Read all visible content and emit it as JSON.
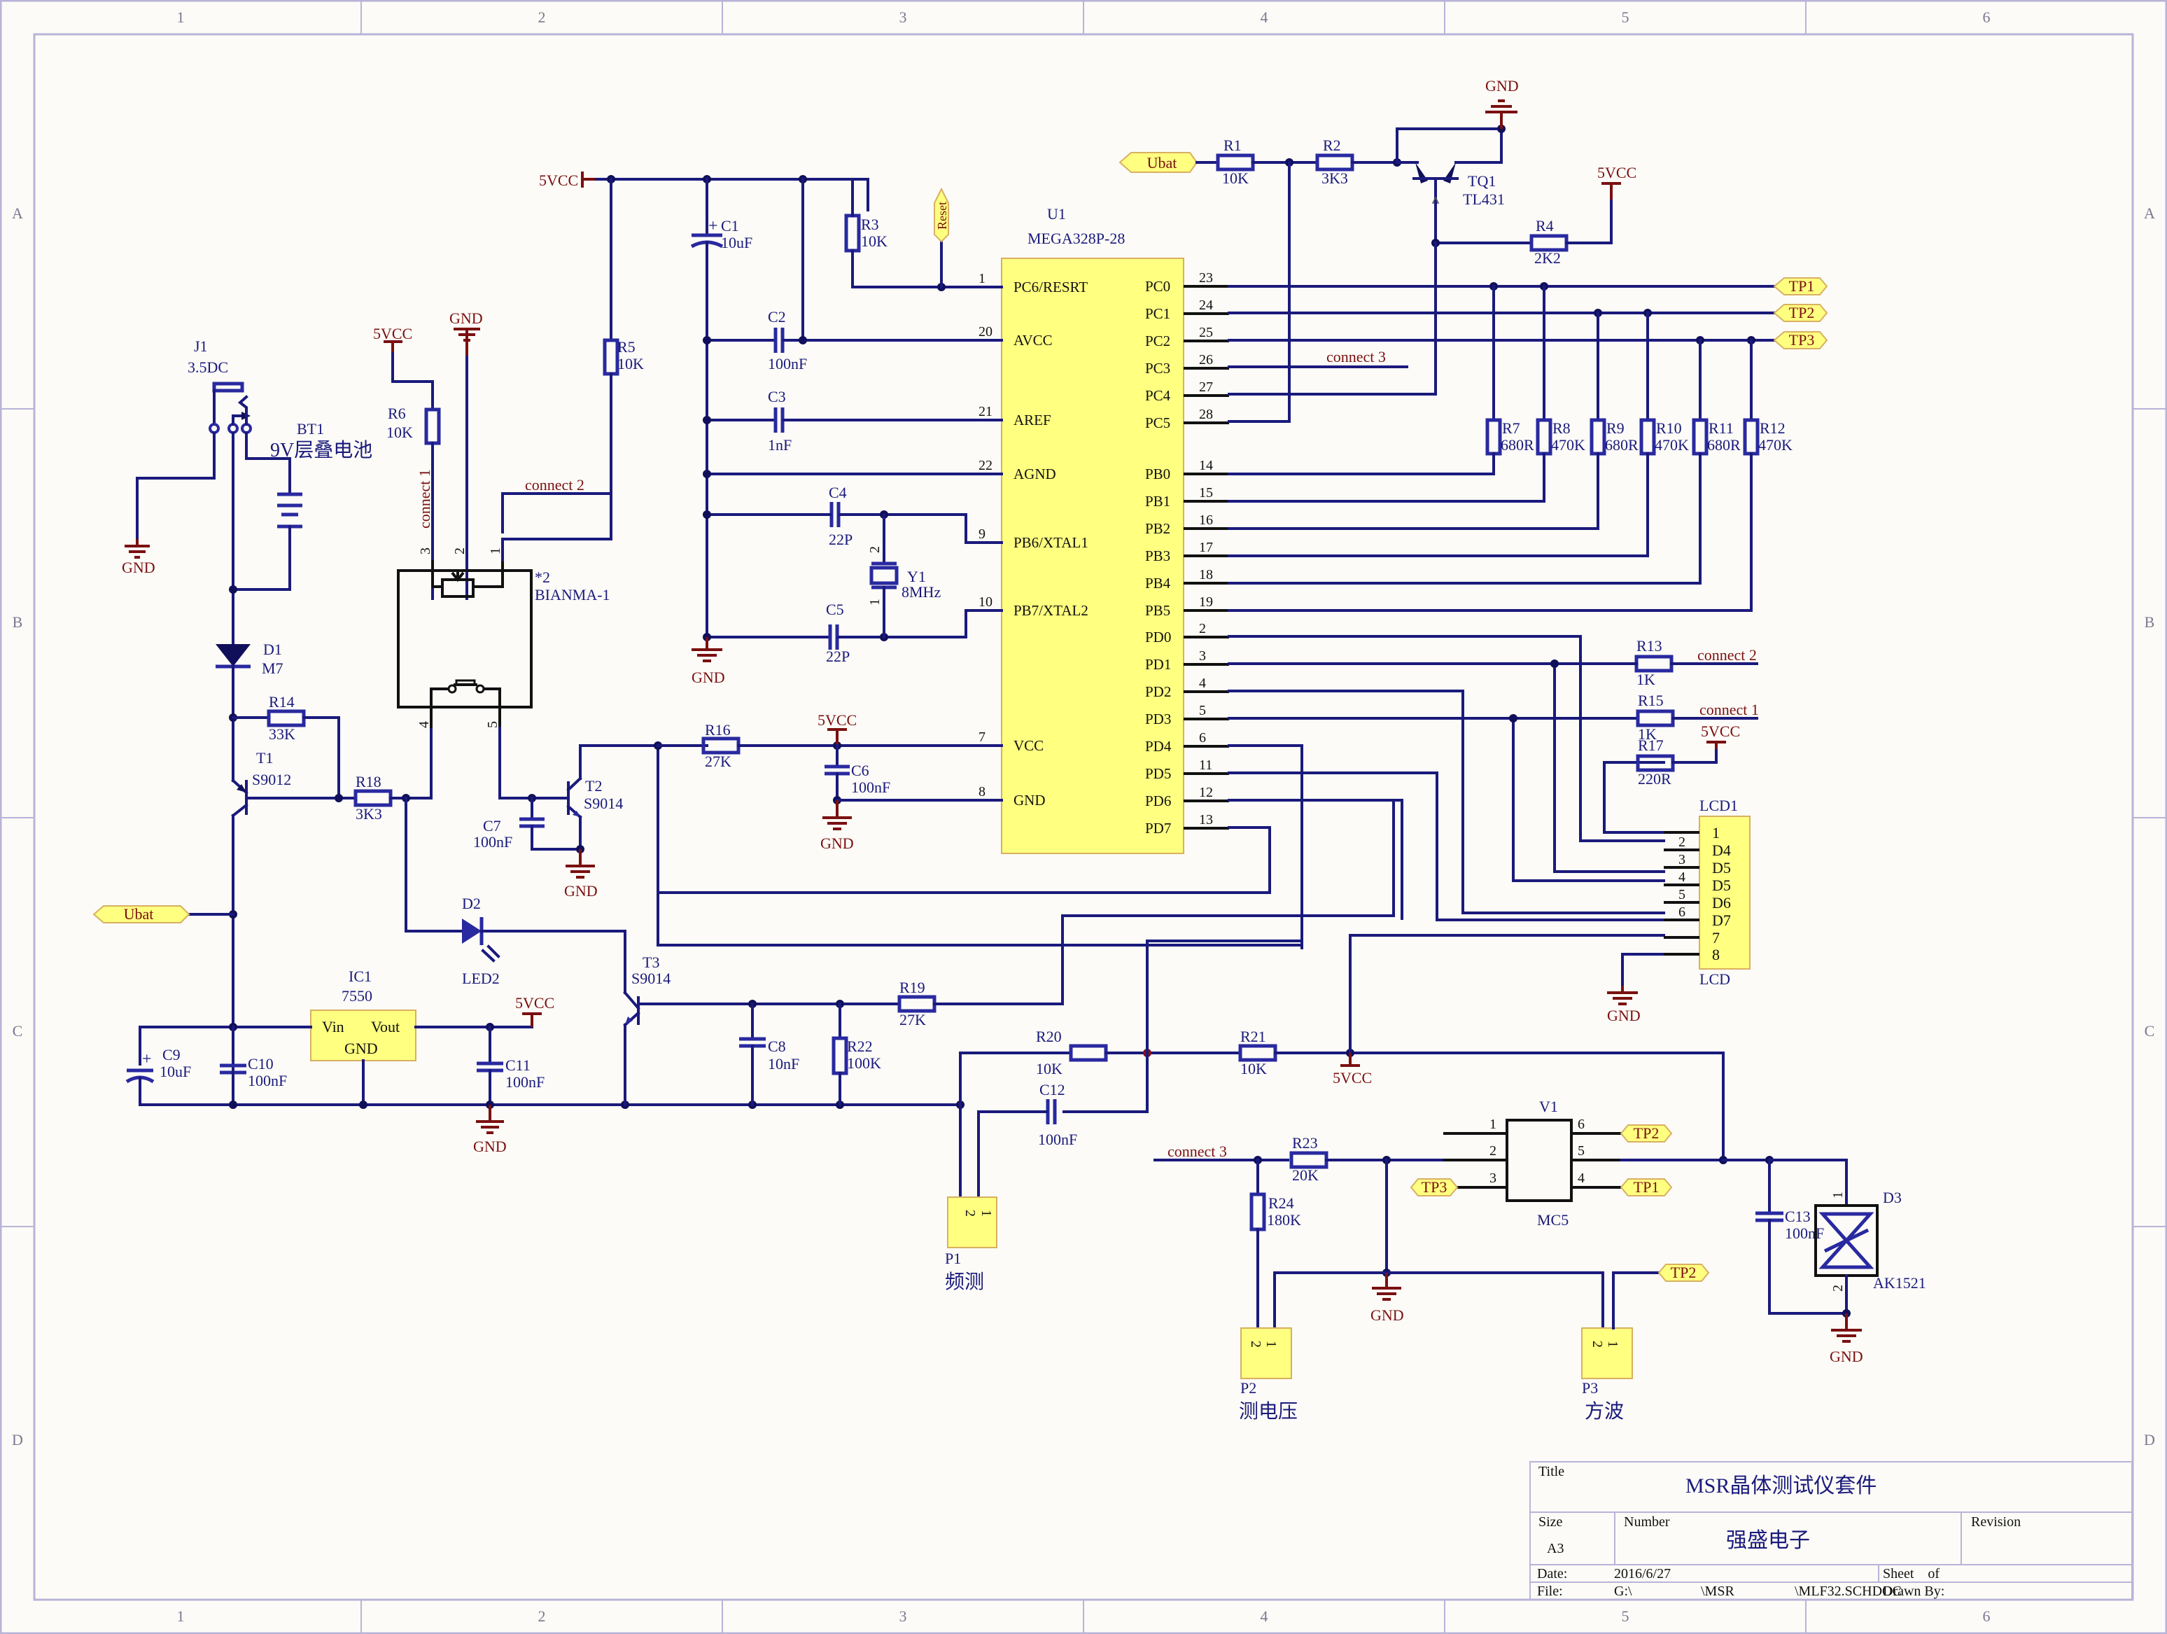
{
  "sheet": {
    "zones_x": [
      "1",
      "2",
      "3",
      "4",
      "5",
      "6"
    ],
    "zones_y": [
      "A",
      "B",
      "C",
      "D"
    ]
  },
  "title_block": {
    "title_label": "Title",
    "title": "MSR晶体测试仪套件",
    "size_label": "Size",
    "size": "A3",
    "number_label": "Number",
    "number": "强盛电子",
    "revision_label": "Revision",
    "date_label": "Date:",
    "date": "2016/6/27",
    "sheet_label": "Sheet    of",
    "file_label": "File:",
    "file_path": [
      "G:\\",
      "\\MSR",
      "\\MLF32.SCHDOC"
    ],
    "drawn_by_label": "Drawn By:"
  },
  "power": {
    "vcc": "5VCC",
    "gnd": "GND"
  },
  "nets": {
    "connect1": "connect 1",
    "connect2": "connect 2",
    "connect3": "connect 3",
    "ubat": "Ubat",
    "reset": "Reset",
    "tp1": "TP1",
    "tp2": "TP2",
    "tp3": "TP3"
  },
  "mcu": {
    "ref": "U1",
    "part": "MEGA328P-28",
    "left_pins": [
      {
        "num": "1",
        "name": "PC6/RESRT"
      },
      {
        "num": "20",
        "name": "AVCC"
      },
      {
        "num": "21",
        "name": "AREF"
      },
      {
        "num": "22",
        "name": "AGND"
      },
      {
        "num": "9",
        "name": "PB6/XTAL1"
      },
      {
        "num": "10",
        "name": "PB7/XTAL2"
      },
      {
        "num": "7",
        "name": "VCC"
      },
      {
        "num": "8",
        "name": "GND"
      }
    ],
    "right_pins": [
      {
        "num": "23",
        "name": "PC0"
      },
      {
        "num": "24",
        "name": "PC1"
      },
      {
        "num": "25",
        "name": "PC2"
      },
      {
        "num": "26",
        "name": "PC3"
      },
      {
        "num": "27",
        "name": "PC4"
      },
      {
        "num": "28",
        "name": "PC5"
      },
      {
        "num": "14",
        "name": "PB0"
      },
      {
        "num": "15",
        "name": "PB1"
      },
      {
        "num": "16",
        "name": "PB2"
      },
      {
        "num": "17",
        "name": "PB3"
      },
      {
        "num": "18",
        "name": "PB4"
      },
      {
        "num": "19",
        "name": "PB5"
      },
      {
        "num": "2",
        "name": "PD0"
      },
      {
        "num": "3",
        "name": "PD1"
      },
      {
        "num": "4",
        "name": "PD2"
      },
      {
        "num": "5",
        "name": "PD3"
      },
      {
        "num": "6",
        "name": "PD4"
      },
      {
        "num": "11",
        "name": "PD5"
      },
      {
        "num": "12",
        "name": "PD6"
      },
      {
        "num": "13",
        "name": "PD7"
      }
    ]
  },
  "resistors": {
    "R1": {
      "ref": "R1",
      "val": "10K"
    },
    "R2": {
      "ref": "R2",
      "val": "3K3"
    },
    "R3": {
      "ref": "R3",
      "val": "10K"
    },
    "R4": {
      "ref": "R4",
      "val": "2K2"
    },
    "R5": {
      "ref": "R5",
      "val": "10K"
    },
    "R6": {
      "ref": "R6",
      "val": "10K"
    },
    "R7": {
      "ref": "R7",
      "val": "680R"
    },
    "R8": {
      "ref": "R8",
      "val": "470K"
    },
    "R9": {
      "ref": "R9",
      "val": "680R"
    },
    "R10": {
      "ref": "R10",
      "val": "470K"
    },
    "R11": {
      "ref": "R11",
      "val": "680R"
    },
    "R12": {
      "ref": "R12",
      "val": "470K"
    },
    "R13": {
      "ref": "R13",
      "val": "1K"
    },
    "R14": {
      "ref": "R14",
      "val": "33K"
    },
    "R15": {
      "ref": "R15",
      "val": "1K"
    },
    "R16": {
      "ref": "R16",
      "val": "27K"
    },
    "R17": {
      "ref": "R17",
      "val": "220R"
    },
    "R18": {
      "ref": "R18",
      "val": "3K3"
    },
    "R19": {
      "ref": "R19",
      "val": "27K"
    },
    "R20": {
      "ref": "R20",
      "val": "10K"
    },
    "R21": {
      "ref": "R21",
      "val": "10K"
    },
    "R22": {
      "ref": "R22",
      "val": "100K"
    },
    "R23": {
      "ref": "R23",
      "val": "20K"
    },
    "R24": {
      "ref": "R24",
      "val": "180K"
    }
  },
  "capacitors": {
    "C1": {
      "ref": "C1",
      "val": "10uF"
    },
    "C2": {
      "ref": "C2",
      "val": "100nF"
    },
    "C3": {
      "ref": "C3",
      "val": "1nF"
    },
    "C4": {
      "ref": "C4",
      "val": "22P"
    },
    "C5": {
      "ref": "C5",
      "val": "22P"
    },
    "C6": {
      "ref": "C6",
      "val": "100nF"
    },
    "C7": {
      "ref": "C7",
      "val": "100nF"
    },
    "C8": {
      "ref": "C8",
      "val": "10nF"
    },
    "C9": {
      "ref": "C9",
      "val": "10uF"
    },
    "C10": {
      "ref": "C10",
      "val": "100nF"
    },
    "C11": {
      "ref": "C11",
      "val": "100nF"
    },
    "C12": {
      "ref": "C12",
      "val": "100nF"
    },
    "C13": {
      "ref": "C13",
      "val": "100nF"
    }
  },
  "crystal": {
    "ref": "Y1",
    "val": "8MHz",
    "pins": [
      "2",
      "1"
    ]
  },
  "transistors": {
    "T1": {
      "ref": "T1",
      "part": "S9012"
    },
    "T2": {
      "ref": "T2",
      "part": "S9014"
    },
    "T3": {
      "ref": "T3",
      "part": "S9014"
    },
    "TQ1": {
      "ref": "TQ1",
      "part": "TL431"
    }
  },
  "diodes": {
    "D1": {
      "ref": "D1",
      "part": "M7"
    },
    "D2": {
      "ref": "D2",
      "part": "LED2"
    },
    "D3": {
      "ref": "D3",
      "part": "AK1521",
      "pins": [
        "1",
        "2"
      ]
    }
  },
  "jack": {
    "ref": "J1",
    "part": "3.5DC"
  },
  "battery": {
    "ref": "BT1",
    "part": "9V层叠电池"
  },
  "encoder": {
    "ref": "*2",
    "part": "BIANMA-1",
    "pins": [
      "3",
      "2",
      "1",
      "4",
      "5"
    ]
  },
  "regulator": {
    "ref": "IC1",
    "part": "7550",
    "vin": "Vin",
    "vout": "Vout",
    "gnd": "GND"
  },
  "lcd": {
    "ref": "LCD1",
    "part": "LCD",
    "pins": [
      {
        "num": "",
        "name": "1"
      },
      {
        "num": "2",
        "name": "D4"
      },
      {
        "num": "3",
        "name": "D5"
      },
      {
        "num": "4",
        "name": "D5"
      },
      {
        "num": "5",
        "name": "D6"
      },
      {
        "num": "6",
        "name": "D7"
      },
      {
        "num": "",
        "name": "7"
      },
      {
        "num": "",
        "name": "8"
      }
    ]
  },
  "v1": {
    "ref": "V1",
    "part": "MC5",
    "pins": [
      "1",
      "2",
      "3",
      "6",
      "5",
      "4"
    ]
  },
  "headers": {
    "P1": {
      "ref": "P1",
      "desc": "频测",
      "pins": [
        "2",
        "1"
      ]
    },
    "P2": {
      "ref": "P2",
      "desc": "测电压",
      "pins": [
        "2",
        "1"
      ]
    },
    "P3": {
      "ref": "P3",
      "desc": "方波",
      "pins": [
        "2",
        "1"
      ]
    }
  }
}
